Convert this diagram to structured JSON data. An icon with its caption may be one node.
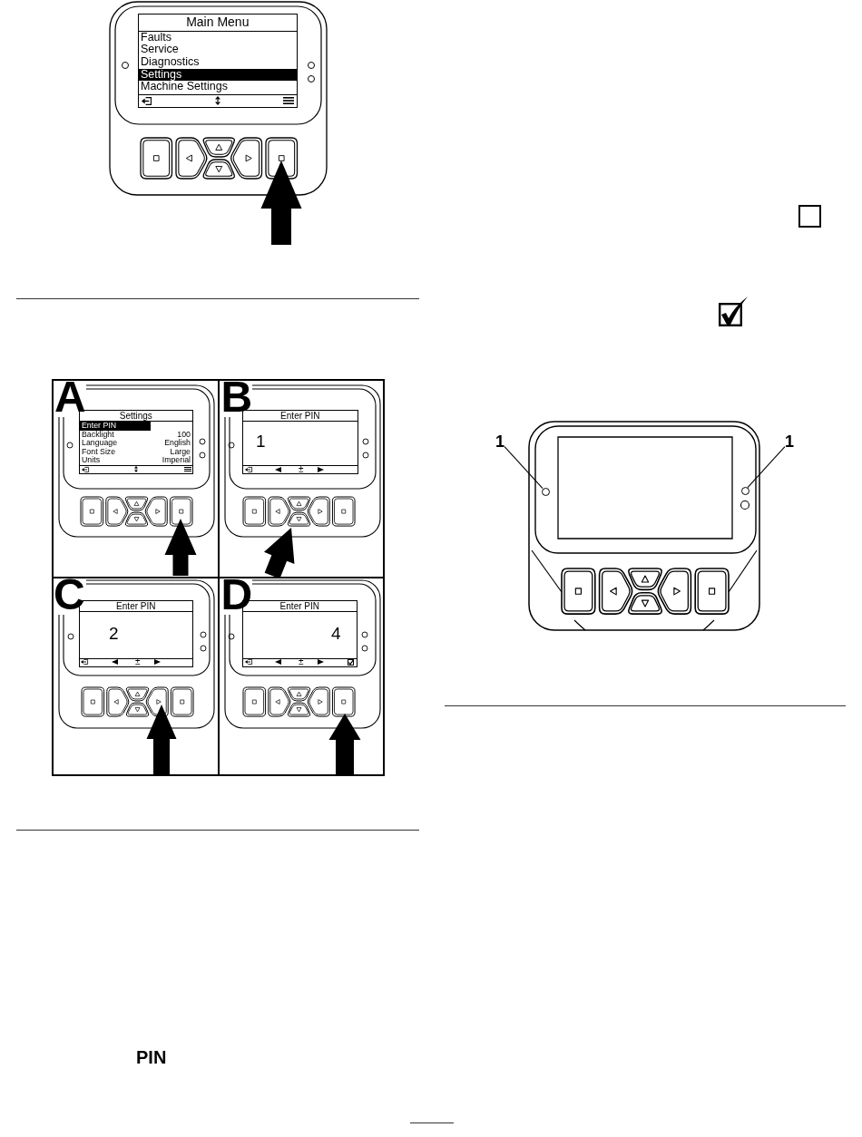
{
  "diagram": {
    "nodes": [
      {
        "text": [
          "Main Menu",
          "Faults",
          "Service",
          "Diagnostics",
          "Settings",
          "Machine Settings"
        ]
      },
      {
        "text": [
          "A"
        ]
      },
      {
        "text": [
          "Settings",
          "Enter PIN",
          "Backlight",
          "100",
          "Language",
          "English",
          "Font Size",
          "Large",
          "Units",
          "Imperial"
        ],
        "in": 1
      },
      {
        "text": [
          "B"
        ]
      },
      {
        "text": [
          "Enter PIN",
          "1",
          "±"
        ],
        "in": 3
      },
      {
        "text": [
          "C"
        ]
      },
      {
        "text": [
          "Enter PIN",
          "2",
          "±"
        ],
        "in": 5
      },
      {
        "text": [
          "D"
        ]
      },
      {
        "text": [
          "Enter PIN",
          "4",
          "±"
        ],
        "in": 7
      },
      {
        "text": [
          "1"
        ]
      },
      {
        "text": [
          "1"
        ]
      },
      {
        "text": [],
        "shape": "circle"
      },
      {
        "text": [],
        "shape": "circle"
      }
    ],
    "edges": [
      {
        "from": 9,
        "to": 11,
        "arrow": "none"
      },
      {
        "from": 10,
        "to": 12,
        "arrow": "none"
      }
    ],
    "labels": [
      "PIN"
    ]
  }
}
